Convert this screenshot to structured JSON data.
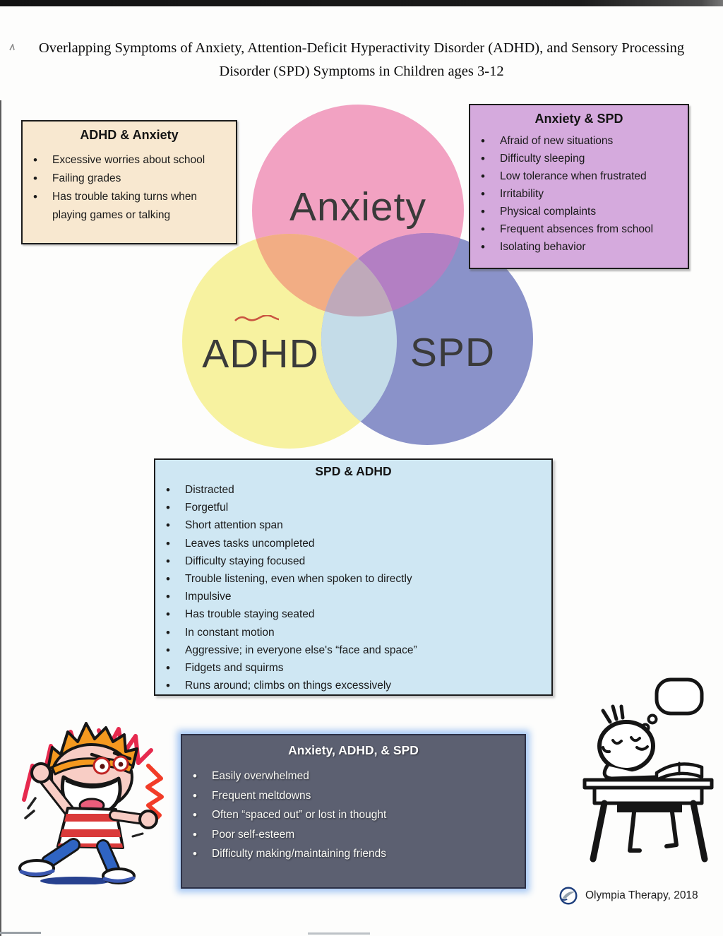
{
  "page": {
    "title_line1": "Overlapping Symptoms of Anxiety, Attention-Deficit Hyperactivity Disorder (ADHD), and Sensory Processing",
    "title_line2": "Disorder (SPD) Symptoms in Children ages 3-12"
  },
  "boxes": {
    "adhd_anxiety": {
      "title": "ADHD & Anxiety",
      "bg": "#f8e8d0",
      "items": [
        "Excessive worries about school",
        "Failing grades",
        "Has trouble taking turns when playing games or talking"
      ]
    },
    "anxiety_spd": {
      "title": "Anxiety & SPD",
      "bg": "#d5aadd",
      "items": [
        "Afraid of new situations",
        "Difficulty sleeping",
        "Low tolerance when frustrated",
        "Irritability",
        "Physical complaints",
        "Frequent absences from school",
        "Isolating behavior"
      ]
    },
    "spd_adhd": {
      "title": "SPD & ADHD",
      "bg": "#cfe7f3",
      "items": [
        "Distracted",
        "Forgetful",
        "Short attention span",
        "Leaves tasks uncompleted",
        "Difficulty staying focused",
        "Trouble listening, even when spoken to directly",
        "Impulsive",
        "Has trouble staying seated",
        "In constant motion",
        "Aggressive; in everyone else's “face and space”",
        "Fidgets and squirms",
        "Runs around; climbs on things excessively"
      ]
    },
    "all_three": {
      "title": "Anxiety, ADHD, & SPD",
      "bg": "#5c6071",
      "items": [
        "Easily overwhelmed",
        "Frequent meltdowns",
        "Often “spaced out” or lost in thought",
        "Poor self-esteem",
        "Difficulty making/maintaining friends"
      ]
    }
  },
  "venn": {
    "labels": [
      "Anxiety",
      "ADHD",
      "SPD"
    ],
    "colors": {
      "anxiety": "#f2a2c2",
      "adhd": "#f7f2a0",
      "spd": "#8a92c9",
      "anxiety_adhd": "#f2ad84",
      "anxiety_spd": "#b37fc3",
      "adhd_spd": "#c4dce8",
      "center": "#bfa9ba"
    }
  },
  "footer": {
    "credit": "Olympia Therapy, 2018"
  },
  "icons": {
    "logo": "olympia-therapy-circle-swoosh-logo"
  },
  "illustrations": {
    "left": "tantrum-child-cartoon",
    "right": "daydreaming-child-at-desk-cartoon"
  }
}
